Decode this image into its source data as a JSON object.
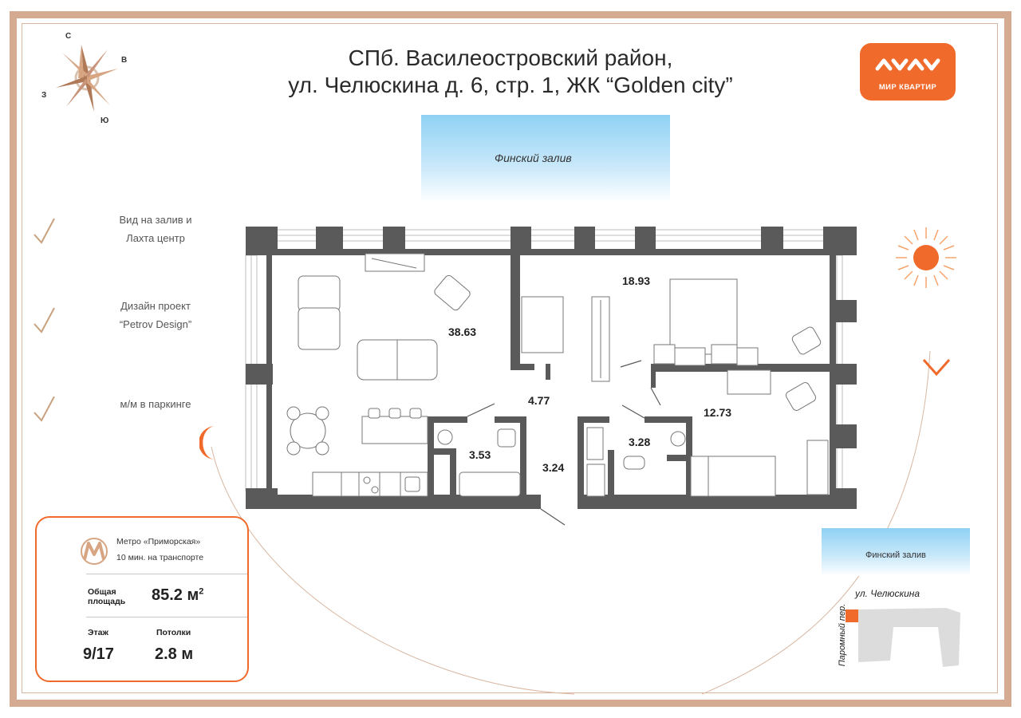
{
  "title": {
    "line1": "СПб. Василеостровский район,",
    "line2": "ул. Челюскина д. 6, стр. 1, ЖК “Golden city”"
  },
  "logo": {
    "text": "МИР КВАРТИР",
    "color": "#f06a2b"
  },
  "compass": {
    "north": "С",
    "east": "В",
    "west": "З",
    "south": "Ю"
  },
  "features": [
    {
      "line1": "Вид на залив и",
      "line2": "Лахта центр"
    },
    {
      "line1": "Дизайн проект",
      "line2": "“Petrov Design”"
    },
    {
      "line1": "м/м в паркинге",
      "line2": ""
    }
  ],
  "plan": {
    "water_label": "Финский залив",
    "rooms": [
      {
        "name": "living",
        "area": "38.63"
      },
      {
        "name": "bedroom-1",
        "area": "18.93"
      },
      {
        "name": "hall",
        "area": "4.77"
      },
      {
        "name": "bedroom-2",
        "area": "12.73"
      },
      {
        "name": "bathroom-1",
        "area": "3.53"
      },
      {
        "name": "corridor",
        "area": "3.24"
      },
      {
        "name": "bathroom-2",
        "area": "3.28"
      }
    ]
  },
  "card": {
    "metro_line1": "Метро «Приморская»",
    "metro_line2": "10 мин. на транспорте",
    "area_label_1": "Общая",
    "area_label_2": "площадь",
    "area_value": "85.2 м",
    "area_unit_sup": "2",
    "floor_label": "Этаж",
    "floor_value": "9/17",
    "ceiling_label": "Потолки",
    "ceiling_value": "2.8 м"
  },
  "minimap": {
    "water_label": "Финский залив",
    "street_main": "ул. Челюскина",
    "street_side": "Паромный пер."
  },
  "colors": {
    "accent": "#f06a2b",
    "frame": "#d4aa90",
    "wall": "#5a5a5a",
    "tick": "#c9a17e"
  }
}
